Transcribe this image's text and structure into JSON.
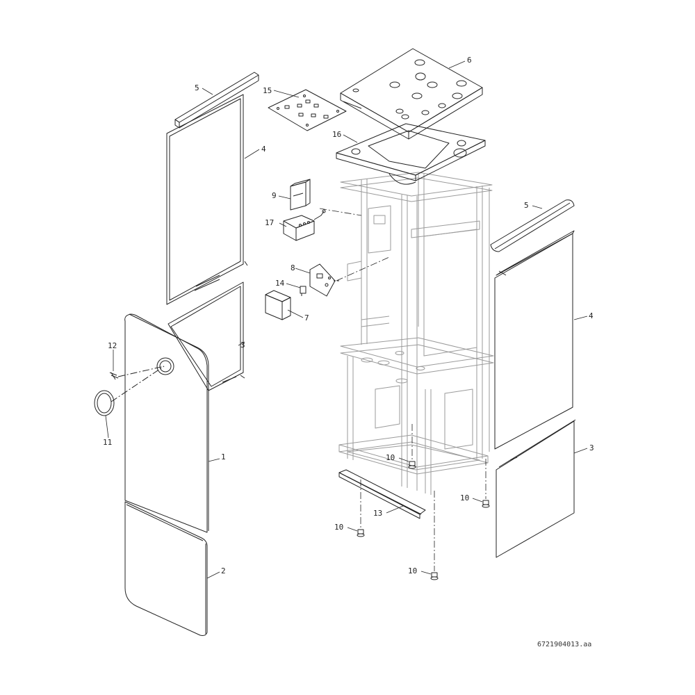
{
  "diagram": {
    "drawing_number": "6721904013.aa",
    "stroke_color": "#222222",
    "frame_color": "#9a9a9a",
    "callouts": [
      {
        "id": "c1",
        "label": "1"
      },
      {
        "id": "c2",
        "label": "2"
      },
      {
        "id": "c3a",
        "label": "3"
      },
      {
        "id": "c3b",
        "label": "3"
      },
      {
        "id": "c4a",
        "label": "4"
      },
      {
        "id": "c4b",
        "label": "4"
      },
      {
        "id": "c5a",
        "label": "5"
      },
      {
        "id": "c5b",
        "label": "5"
      },
      {
        "id": "c6",
        "label": "6"
      },
      {
        "id": "c7",
        "label": "7"
      },
      {
        "id": "c8",
        "label": "8"
      },
      {
        "id": "c9",
        "label": "9"
      },
      {
        "id": "c10a",
        "label": "10"
      },
      {
        "id": "c10b",
        "label": "10"
      },
      {
        "id": "c10c",
        "label": "10"
      },
      {
        "id": "c10d",
        "label": "10"
      },
      {
        "id": "c11",
        "label": "11"
      },
      {
        "id": "c12",
        "label": "12"
      },
      {
        "id": "c13",
        "label": "13"
      },
      {
        "id": "c14",
        "label": "14"
      },
      {
        "id": "c15",
        "label": "15"
      },
      {
        "id": "c16",
        "label": "16"
      },
      {
        "id": "c17",
        "label": "17"
      }
    ]
  }
}
